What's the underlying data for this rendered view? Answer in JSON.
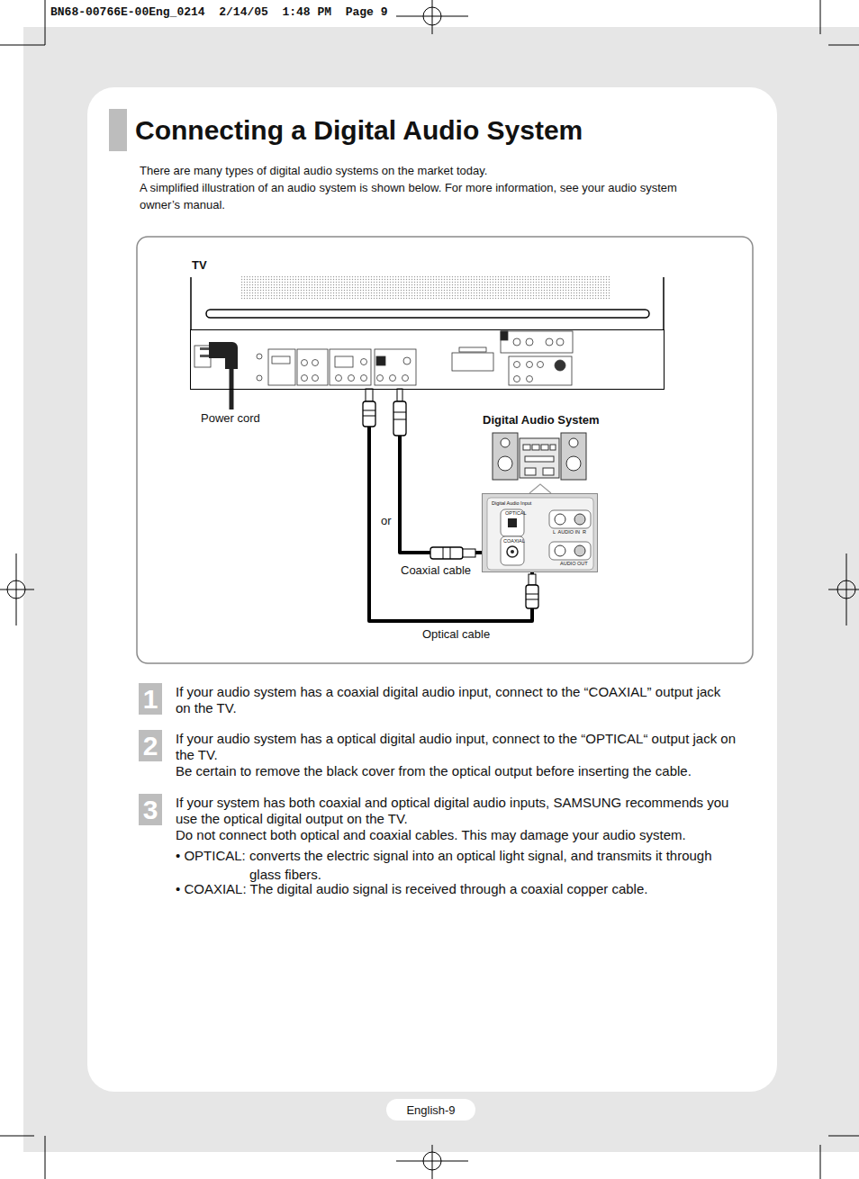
{
  "diagram": {
    "title": "Connecting a Digital Audio System",
    "nodes": [
      {
        "text": [
          "TV"
        ]
      },
      {
        "text": [
          "Digital Audio Input"
        ]
      }
    ],
    "edges": [
      {
        "from": 0,
        "to": 1,
        "label": "Coaxial cable",
        "arrow": "none"
      },
      {
        "from": 0,
        "to": 1,
        "label": "Optical cable",
        "arrow": "none"
      }
    ],
    "labels": [
      "BN68-00766E-00Eng_0214  2/14/05  1:48 PM  Page 9",
      "There are many types of digital audio systems on the market today.",
      "A simplified illustration of an audio system is shown below. For more information, see your audio system owner’s manual.",
      "Power cord",
      "Digital Audio System",
      "OPTICAL",
      "COAXIAL",
      "L  AUDIO IN  R",
      "AUDIO OUT",
      "or",
      "1",
      "If your audio system has a coaxial digital audio input, connect to the “COAXIAL” output jack on the TV.",
      "2",
      "If your audio system has a optical digital audio input, connect to the “OPTICAL“ output jack on the TV.",
      "Be certain to remove the black cover from the optical output before inserting the cable.",
      "3",
      "If your system has both coaxial and optical digital audio inputs, SAMSUNG recommends you use the optical digital output on the TV.",
      "Do not connect both optical and coaxial cables. This may damage your audio system.",
      "• OPTICAL: converts the electric signal into an optical light signal, and transmits it through glass fibers.",
      "• COAXIAL: The digital audio signal is received through a coaxial copper cable.",
      "English-9"
    ]
  }
}
